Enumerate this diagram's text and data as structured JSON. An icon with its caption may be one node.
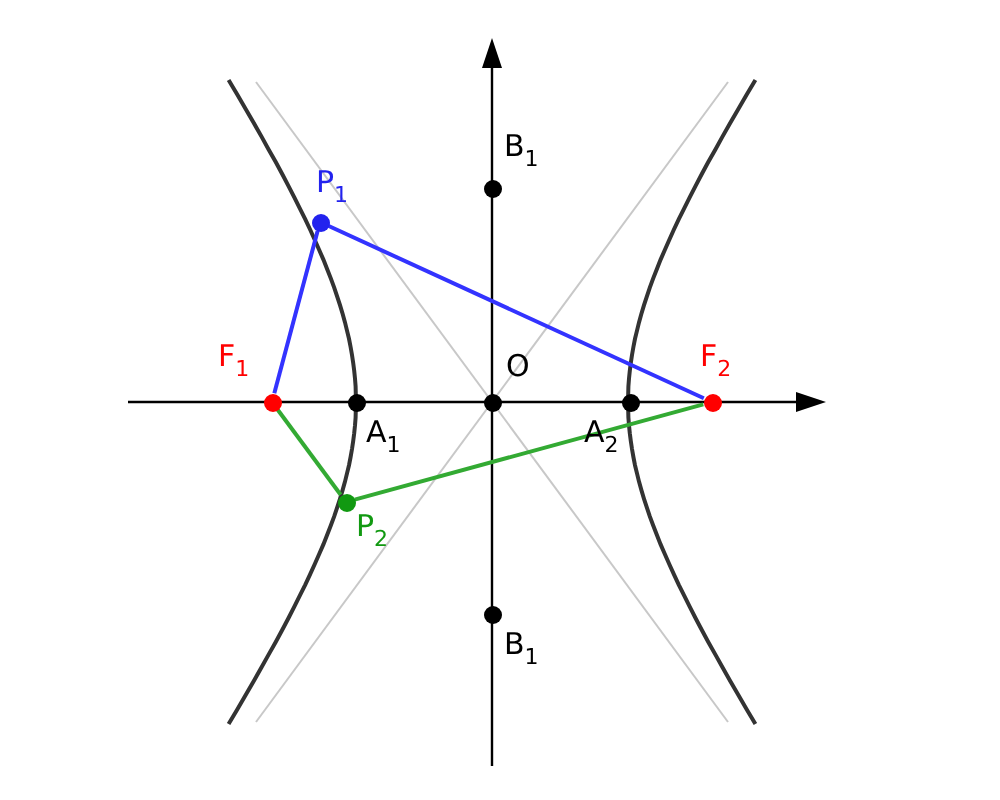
{
  "diagram": {
    "nodes": [
      {
        "text": [
          "P$_{1}$"
        ]
      },
      {
        "text": [
          "B$_{1}$"
        ]
      },
      {
        "text": [
          "F$_{1}$"
        ]
      },
      {
        "text": [
          "A$_{1}$"
        ]
      },
      {
        "text": [
          "O"
        ]
      },
      {
        "text": [
          "A$_{2}$"
        ]
      },
      {
        "text": [
          "F$_{2}$"
        ]
      },
      {
        "text": [
          "P$_{2}$"
        ]
      },
      {
        "text": [
          "B$_{1}$"
        ]
      }
    ],
    "edges": [
      {
        "from": 0,
        "to": 2,
        "arrow": "none",
        "color": "#3333ff"
      },
      {
        "from": 0,
        "to": 6,
        "arrow": "none",
        "color": "#3333ff"
      },
      {
        "from": 7,
        "to": 2,
        "arrow": "none",
        "color": "#33aa33"
      },
      {
        "from": 7,
        "to": 6,
        "arrow": "none",
        "color": "#33aa33"
      }
    ]
  }
}
